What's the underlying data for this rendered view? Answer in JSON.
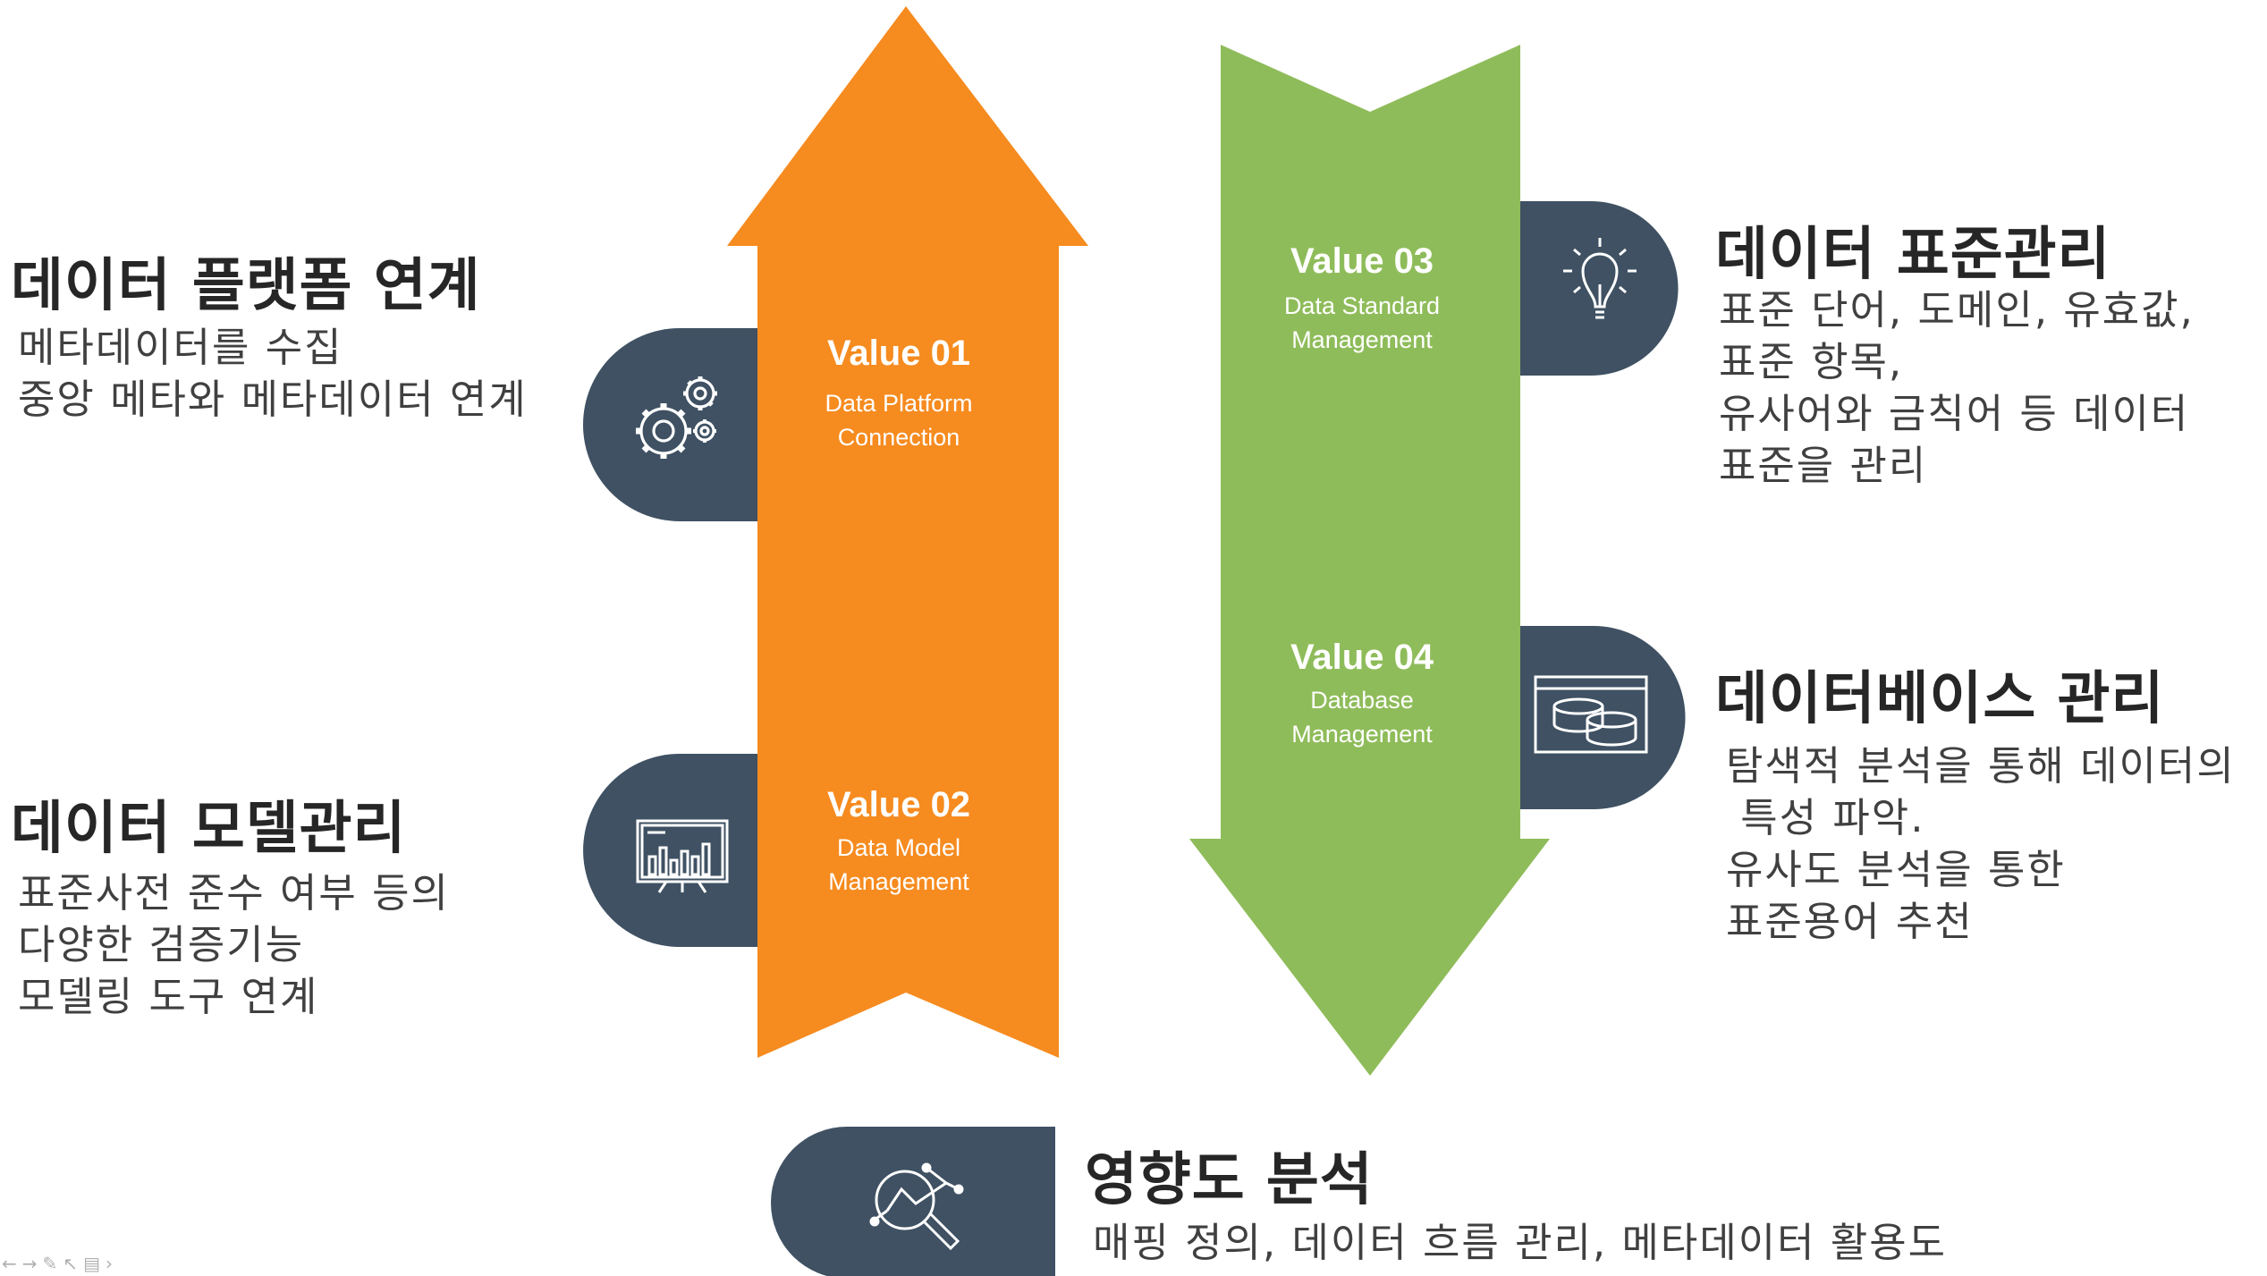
{
  "colors": {
    "orange": "#F68B1F",
    "green": "#8FBC5A",
    "slate": "#3F5163",
    "heading": "#262626",
    "text": "#404040"
  },
  "arrows": [
    {
      "direction": "up",
      "color": "orange"
    },
    {
      "direction": "down",
      "color": "green"
    }
  ],
  "values": [
    {
      "title": "Value 01",
      "subtitle_lines": [
        "Data Platform",
        "Connection"
      ]
    },
    {
      "title": "Value 02",
      "subtitle_lines": [
        "Data Model",
        "Management"
      ]
    },
    {
      "title": "Value 03",
      "subtitle_lines": [
        "Data Standard",
        "Management"
      ]
    },
    {
      "title": "Value 04",
      "subtitle_lines": [
        "Database",
        "Management"
      ]
    }
  ],
  "sections": [
    {
      "icon": "gears-icon",
      "heading": "데이터 플랫폼 연계",
      "lines": [
        "메타데이터를 수집",
        "중앙 메타와 메타데이터 연계"
      ]
    },
    {
      "icon": "presentation-chart-icon",
      "heading": "데이터 모델관리",
      "lines": [
        "표준사전 준수 여부 등의",
        "다양한 검증기능",
        "모델링 도구 연계"
      ]
    },
    {
      "icon": "lightbulb-icon",
      "heading": "데이터 표준관리",
      "lines": [
        "표준 단어, 도메인, 유효값,",
        "표준 항목,",
        "유사어와 금칙어 등 데이터",
        "표준을 관리"
      ]
    },
    {
      "icon": "database-window-icon",
      "heading": "데이터베이스 관리",
      "lines": [
        "탐색적 분석을 통해 데이터의",
        " 특성 파악.",
        "유사도 분석을 통한",
        "표준용어 추천"
      ]
    },
    {
      "icon": "magnifier-analysis-icon",
      "heading": "영향도 분석",
      "lines": [
        "매핑 정의, 데이터 흐름 관리, 메타데이터 활용도"
      ]
    }
  ],
  "toolbar_icons": [
    "arrow-left-icon",
    "arrow-right-icon",
    "pen-icon",
    "pointer-icon",
    "slides-icon",
    "more-icon"
  ]
}
